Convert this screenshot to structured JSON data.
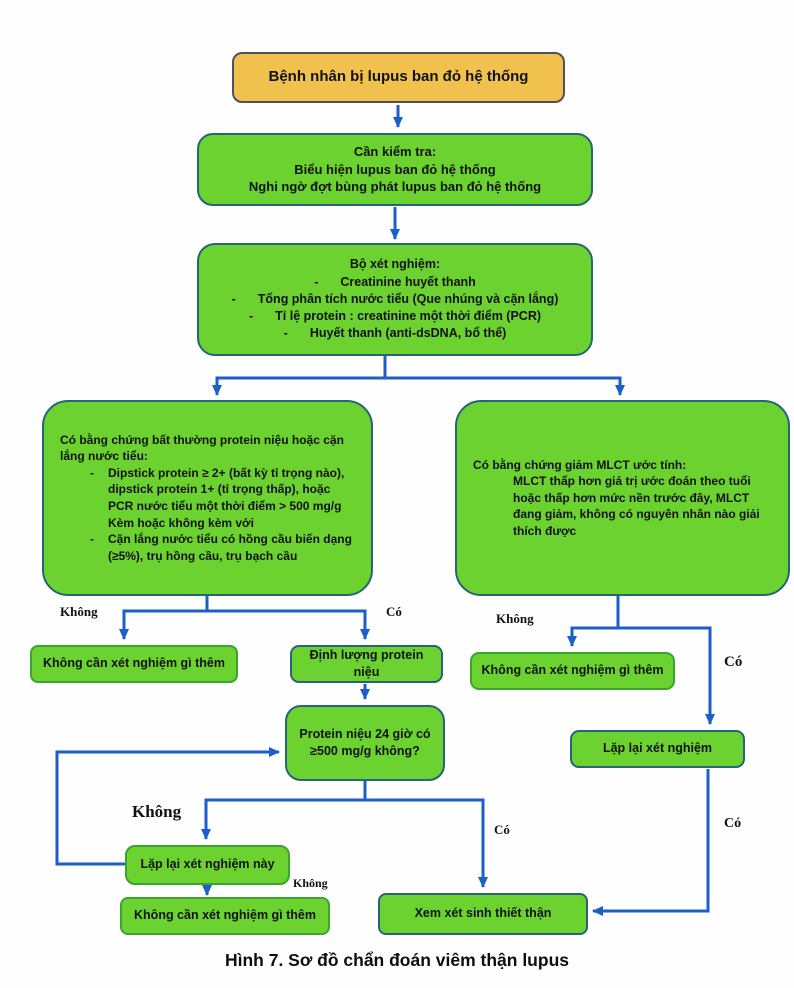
{
  "colors": {
    "green_fill": "#6bd230",
    "orange_fill": "#f1c14e",
    "teal_border": "#276379",
    "green_border": "#3aa42c",
    "dark_border": "#50505e",
    "arrow_blue": "#1d5fc8",
    "text_dark": "#121212"
  },
  "dash": "-",
  "nodes": {
    "start": "Bệnh nhân bị lupus ban đỏ hệ thống",
    "check": {
      "title": "Cần kiểm tra:",
      "line1": "Biểu hiện lupus ban đỏ hệ thống",
      "line2": "Nghi ngờ đợt bùng phát lupus ban đỏ hệ thống"
    },
    "tests": {
      "title": "Bộ xét nghiệm:",
      "items": [
        "Creatinine huyết thanh",
        "Tổng phân tích nước tiểu (Que nhúng và cặn lắng)",
        "Tỉ lệ protein : creatinine một thời điểm (PCR)",
        "Huyết thanh (anti-dsDNA, bổ thể)"
      ]
    },
    "urine_evidence": {
      "title": "Có bằng chứng bất thường protein niệu hoặc cặn lắng nước tiểu:",
      "item1": "Dipstick protein ≥ 2+ (bất kỳ tỉ trọng nào), dipstick protein 1+ (tỉ trọng thấp), hoặc PCR nước tiểu một thời điểm > 500 mg/g",
      "connector": "Kèm hoặc không kèm với",
      "item2": "Cặn lắng nước tiểu có hồng cầu biến dạng (≥5%), trụ hồng cầu, trụ bạch cầu"
    },
    "gfr_evidence": {
      "title": "Có bằng chứng giảm MLCT ước tính:",
      "body": "MLCT thấp hơn giá trị ước đoán theo tuổi hoặc thấp hơn mức nền trước đây, MLCT đang giảm, không có nguyên nhân nào giải thích được"
    },
    "no_further_left": "Không cần xét nghiệm gì thêm",
    "quantify_protein": "Định lượng protein niệu",
    "no_further_right": "Không cần xét nghiệm gì thêm",
    "repeat_test": "Lặp lại xét nghiệm",
    "protein_24h": "Protein niệu 24 giờ có ≥500 mg/g không?",
    "repeat_this_test": "Lặp lại xét nghiệm này",
    "no_further_bottom": "Không cần xét nghiệm gì thêm",
    "consider_biopsy": "Xem xét sinh thiết thận"
  },
  "labels": {
    "no_1": "Không",
    "yes_1": "Có",
    "no_2": "Không",
    "yes_2": "Có",
    "no_3": "Không",
    "yes_3": "Có",
    "no_4": "Không",
    "yes_4": "Có"
  },
  "caption": "Hình 7. Sơ đồ chẩn đoán viêm thận lupus"
}
